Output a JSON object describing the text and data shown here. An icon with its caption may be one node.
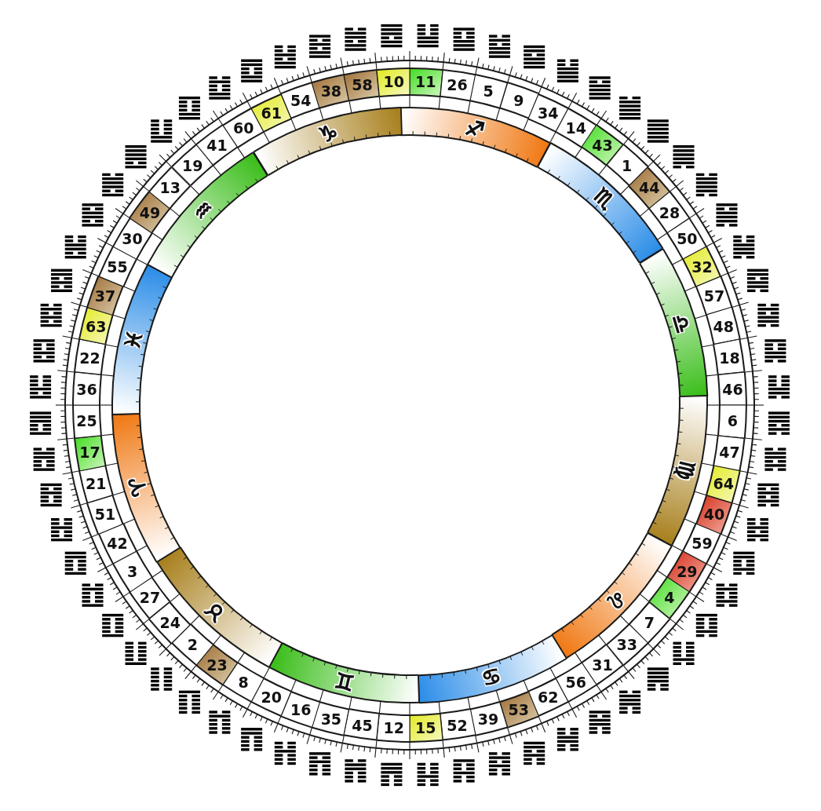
{
  "diagram": {
    "nodes": [
      {
        "text": [
          "11"
        ]
      },
      {
        "text": [
          "26"
        ]
      },
      {
        "text": [
          "5"
        ]
      },
      {
        "text": [
          "9"
        ]
      },
      {
        "text": [
          "34"
        ]
      },
      {
        "text": [
          "14"
        ]
      },
      {
        "text": [
          "43"
        ]
      },
      {
        "text": [
          "1"
        ]
      },
      {
        "text": [
          "44"
        ]
      },
      {
        "text": [
          "28"
        ]
      },
      {
        "text": [
          "50"
        ]
      },
      {
        "text": [
          "32"
        ]
      },
      {
        "text": [
          "57"
        ]
      },
      {
        "text": [
          "48"
        ]
      },
      {
        "text": [
          "18"
        ]
      },
      {
        "text": [
          "46"
        ]
      },
      {
        "text": [
          "6"
        ]
      },
      {
        "text": [
          "47"
        ]
      },
      {
        "text": [
          "64"
        ]
      },
      {
        "text": [
          "40"
        ]
      },
      {
        "text": [
          "59"
        ]
      },
      {
        "text": [
          "29"
        ]
      },
      {
        "text": [
          "4"
        ]
      },
      {
        "text": [
          "7"
        ]
      },
      {
        "text": [
          "33"
        ]
      },
      {
        "text": [
          "31"
        ]
      },
      {
        "text": [
          "56"
        ]
      },
      {
        "text": [
          "62"
        ]
      },
      {
        "text": [
          "53"
        ]
      },
      {
        "text": [
          "39"
        ]
      },
      {
        "text": [
          "52"
        ]
      },
      {
        "text": [
          "15"
        ]
      },
      {
        "text": [
          "12"
        ]
      },
      {
        "text": [
          "45"
        ]
      },
      {
        "text": [
          "35"
        ]
      },
      {
        "text": [
          "16"
        ]
      },
      {
        "text": [
          "20"
        ]
      },
      {
        "text": [
          "8"
        ]
      },
      {
        "text": [
          "23"
        ]
      },
      {
        "text": [
          "2"
        ]
      },
      {
        "text": [
          "24"
        ]
      },
      {
        "text": [
          "27"
        ]
      },
      {
        "text": [
          "3"
        ]
      },
      {
        "text": [
          "42"
        ]
      },
      {
        "text": [
          "51"
        ]
      },
      {
        "text": [
          "21"
        ]
      },
      {
        "text": [
          "17"
        ]
      },
      {
        "text": [
          "25"
        ]
      },
      {
        "text": [
          "36"
        ]
      },
      {
        "text": [
          "22"
        ]
      },
      {
        "text": [
          "63"
        ]
      },
      {
        "text": [
          "37"
        ]
      },
      {
        "text": [
          "55"
        ]
      },
      {
        "text": [
          "30"
        ]
      },
      {
        "text": [
          "49"
        ]
      },
      {
        "text": [
          "13"
        ]
      },
      {
        "text": [
          "19"
        ]
      },
      {
        "text": [
          "41"
        ]
      },
      {
        "text": [
          "60"
        ]
      },
      {
        "text": [
          "61"
        ]
      },
      {
        "text": [
          "54"
        ]
      },
      {
        "text": [
          "38"
        ]
      },
      {
        "text": [
          "58"
        ]
      },
      {
        "text": [
          "10"
        ]
      },
      {
        "text": [
          "♐"
        ]
      },
      {
        "text": [
          "♏"
        ]
      },
      {
        "text": [
          "♎"
        ]
      },
      {
        "text": [
          "♍"
        ]
      },
      {
        "text": [
          "♌"
        ]
      },
      {
        "text": [
          "♋"
        ]
      },
      {
        "text": [
          "♊"
        ]
      },
      {
        "text": [
          "♉"
        ]
      },
      {
        "text": [
          "♈"
        ]
      },
      {
        "text": [
          "♓"
        ]
      },
      {
        "text": [
          "♒"
        ]
      },
      {
        "text": [
          "♑"
        ]
      }
    ]
  }
}
